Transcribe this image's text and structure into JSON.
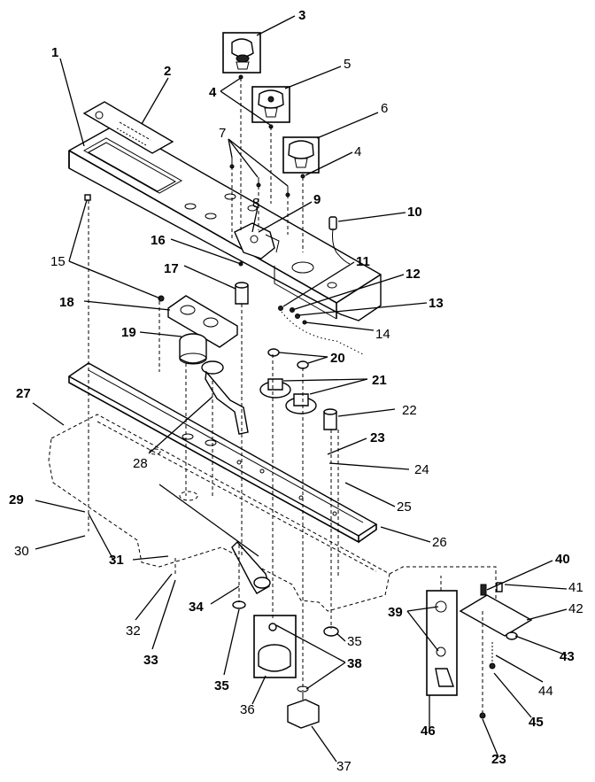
{
  "callouts": {
    "c1": "1",
    "c2": "2",
    "c3": "3",
    "c4a": "4",
    "c4b": "4",
    "c5": "5",
    "c6": "6",
    "c7": "7",
    "c8": "8",
    "c9": "9",
    "c10": "10",
    "c11": "11",
    "c12": "12",
    "c13": "13",
    "c14": "14",
    "c15": "15",
    "c16": "16",
    "c17": "17",
    "c18": "18",
    "c19": "19",
    "c20": "20",
    "c21": "21",
    "c22": "22",
    "c23a": "23",
    "c23b": "23",
    "c24": "24",
    "c25": "25",
    "c26": "26",
    "c27": "27",
    "c28": "28",
    "c29": "29",
    "c30": "30",
    "c31": "31",
    "c32": "32",
    "c33": "33",
    "c34": "34",
    "c35a": "35",
    "c35b": "35",
    "c36": "36",
    "c37": "37",
    "c38": "38",
    "c39": "39",
    "c40": "40",
    "c41": "41",
    "c42": "42",
    "c43": "43",
    "c44": "44",
    "c45": "45",
    "c46": "46"
  }
}
